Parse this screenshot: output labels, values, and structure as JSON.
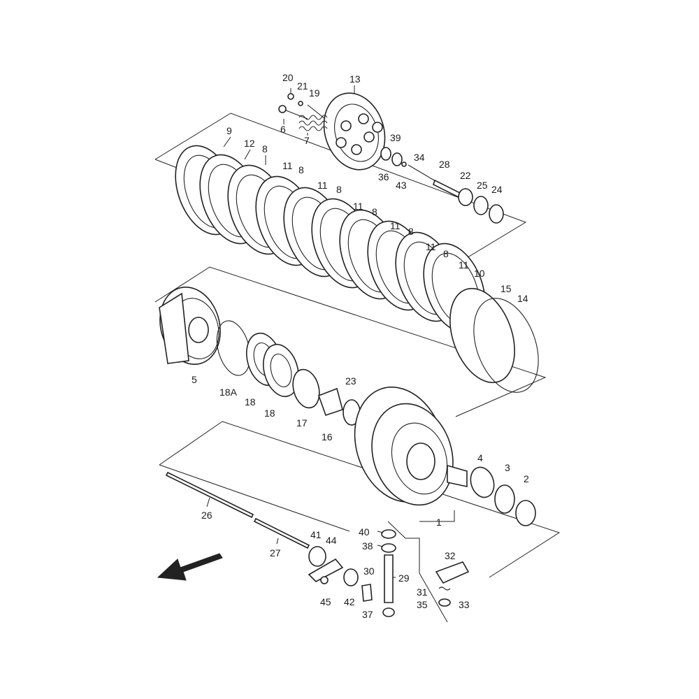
{
  "diagram": {
    "callouts": [
      {
        "id": "c20",
        "text": "20"
      },
      {
        "id": "c21",
        "text": "21"
      },
      {
        "id": "c19",
        "text": "19"
      },
      {
        "id": "c13",
        "text": "13"
      },
      {
        "id": "c6",
        "text": "6"
      },
      {
        "id": "c7",
        "text": "7"
      },
      {
        "id": "c39",
        "text": "39"
      },
      {
        "id": "c36",
        "text": "36"
      },
      {
        "id": "c43",
        "text": "43"
      },
      {
        "id": "c34",
        "text": "34"
      },
      {
        "id": "c28",
        "text": "28"
      },
      {
        "id": "c22",
        "text": "22"
      },
      {
        "id": "c25",
        "text": "25"
      },
      {
        "id": "c24",
        "text": "24"
      },
      {
        "id": "c9",
        "text": "9"
      },
      {
        "id": "c12",
        "text": "12"
      },
      {
        "id": "c8a",
        "text": "8"
      },
      {
        "id": "c11a",
        "text": "11"
      },
      {
        "id": "c8b",
        "text": "8"
      },
      {
        "id": "c11b",
        "text": "11"
      },
      {
        "id": "c8c",
        "text": "8"
      },
      {
        "id": "c11c",
        "text": "11"
      },
      {
        "id": "c8d",
        "text": "8"
      },
      {
        "id": "c11d",
        "text": "11"
      },
      {
        "id": "c8e",
        "text": "8"
      },
      {
        "id": "c11e",
        "text": "11"
      },
      {
        "id": "c8f",
        "text": "8"
      },
      {
        "id": "c11f",
        "text": "11"
      },
      {
        "id": "c10",
        "text": "10"
      },
      {
        "id": "c15",
        "text": "15"
      },
      {
        "id": "c14",
        "text": "14"
      },
      {
        "id": "c5",
        "text": "5"
      },
      {
        "id": "c18A",
        "text": "18A"
      },
      {
        "id": "c18a",
        "text": "18"
      },
      {
        "id": "c18b",
        "text": "18"
      },
      {
        "id": "c17",
        "text": "17"
      },
      {
        "id": "c23",
        "text": "23"
      },
      {
        "id": "c16",
        "text": "16"
      },
      {
        "id": "c4",
        "text": "4"
      },
      {
        "id": "c3",
        "text": "3"
      },
      {
        "id": "c2",
        "text": "2"
      },
      {
        "id": "c1",
        "text": "1"
      },
      {
        "id": "c26",
        "text": "26"
      },
      {
        "id": "c27",
        "text": "27"
      },
      {
        "id": "c40",
        "text": "40"
      },
      {
        "id": "c38",
        "text": "38"
      },
      {
        "id": "c41",
        "text": "41"
      },
      {
        "id": "c44",
        "text": "44"
      },
      {
        "id": "c30",
        "text": "30"
      },
      {
        "id": "c29",
        "text": "29"
      },
      {
        "id": "c45",
        "text": "45"
      },
      {
        "id": "c42",
        "text": "42"
      },
      {
        "id": "c37",
        "text": "37"
      },
      {
        "id": "c32",
        "text": "32"
      },
      {
        "id": "c31",
        "text": "31"
      },
      {
        "id": "c35",
        "text": "35"
      },
      {
        "id": "c33",
        "text": "33"
      }
    ]
  }
}
